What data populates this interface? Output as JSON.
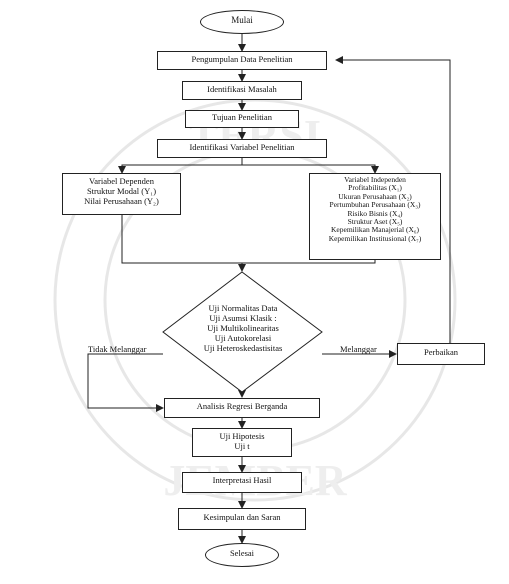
{
  "nodes": {
    "start": "Mulai",
    "collect": "Pengumpulan Data Penelitian",
    "identify_problem": "Identifikasi Masalah",
    "goal": "Tujuan Penelitian",
    "identify_vars": "Identifikasi Variabel Penelitian",
    "dependent": {
      "title": "Variabel Dependen",
      "items": [
        "Struktur Modal (Y₁)",
        "Nilai Perusahaan (Y₂)"
      ]
    },
    "independent": {
      "title": "Variabel Independen",
      "items": [
        "Profitabilitas (X₁)",
        "Ukuran Perusahaan (X₂)",
        "Pertumbuhan Perusahaan (X₃)",
        "Risiko Bisnis (X₄)",
        "Struktur Aset (X₅)",
        "Kepemilikan Manajerial (X₆)",
        "Kepemilikan Institusional (X₇)"
      ]
    },
    "tests": {
      "items": [
        "Uji Normalitas Data",
        "Uji Asumsi Klasik :",
        "Uji Multikolinearitas",
        "Uji Autokorelasi",
        "Uji Heteroskedastisitas"
      ]
    },
    "fix": "Perbaikan",
    "regression": "Analisis Regresi Berganda",
    "hypothesis": {
      "line1": "Uji Hipotesis",
      "line2": "Uji t"
    },
    "interpret": "Interpretasi Hasil",
    "conclusion": "Kesimpulan dan Saran",
    "end": "Selesai"
  },
  "edge_labels": {
    "not_violated": "Tidak Melanggar",
    "violated": "Melanggar"
  },
  "colors": {
    "line": "#222222",
    "watermark": "#c9c9c9"
  }
}
